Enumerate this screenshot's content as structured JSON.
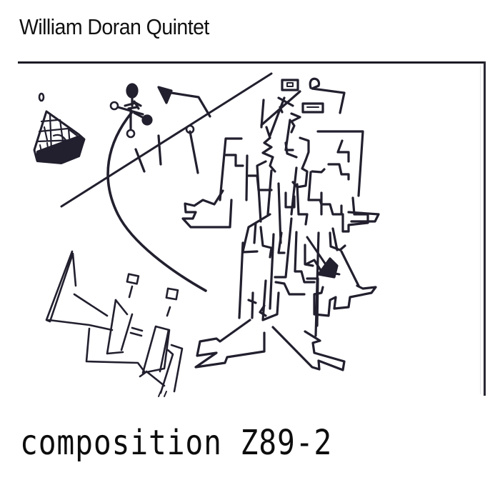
{
  "cover": {
    "artist": "William Doran Quintet",
    "title": "composition Z89-2",
    "colors": {
      "background": "#ffffff",
      "ink": "#221f2e",
      "text": "#111111"
    }
  },
  "artwork": {
    "description": "hand-drawn ink sketch of abstract figures",
    "elements": [
      "small-oval",
      "gridded-pentagon-shape",
      "weathervane-like-cross-with-circles",
      "long-diagonal-line-with-ticks",
      "arc-curve",
      "flag-arrow",
      "tall-stepped-tower-figure",
      "dark-filled-triangle",
      "trumpet-like-horn-with-valves",
      "zigzag-feet"
    ]
  }
}
